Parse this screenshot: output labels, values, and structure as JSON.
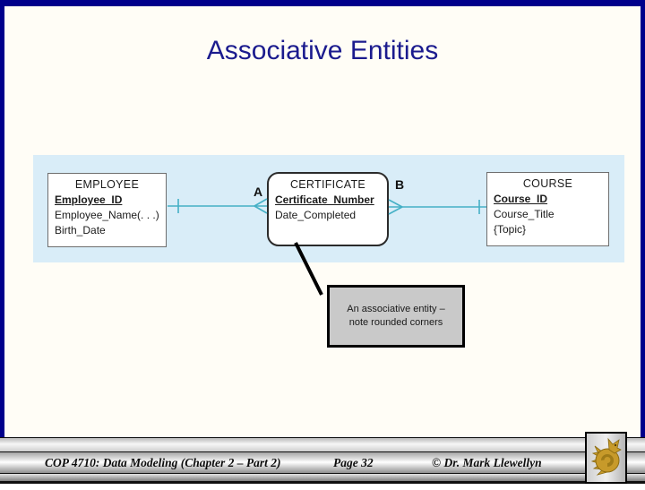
{
  "slide": {
    "title": "Associative Entities"
  },
  "diagram": {
    "entities": [
      {
        "name": "EMPLOYEE",
        "attributes": [
          {
            "text": "Employee_ID"
          },
          {
            "text": "Employee_Name(. . .)"
          },
          {
            "text": "Birth_Date"
          }
        ]
      },
      {
        "name": "CERTIFICATE",
        "attributes": [
          {
            "text": "Certificate_Number"
          },
          {
            "text": "Date_Completed"
          }
        ]
      },
      {
        "name": "COURSE",
        "attributes": [
          {
            "text": "Course_ID"
          },
          {
            "text": "Course_Title"
          },
          {
            "text": "{Topic}"
          }
        ]
      }
    ],
    "relationship_labels": {
      "a": "A",
      "b": "B"
    },
    "callout": {
      "line1": "An associative entity –",
      "line2": "note rounded corners"
    }
  },
  "footer": {
    "course": "COP 4710: Data Modeling (Chapter 2 – Part 2)",
    "page": "Page 32",
    "copyright": "© Dr. Mark Llewellyn",
    "logo_icon": "ucf-pegasus-logo"
  },
  "colors": {
    "border_navy": "#00008b",
    "title_navy": "#1b1b8e",
    "panel_blue": "#d9edf8",
    "relationship_teal": "#45b0c6",
    "callout_gray": "#c9c9c9",
    "logo_gold": "#c79a2a"
  }
}
